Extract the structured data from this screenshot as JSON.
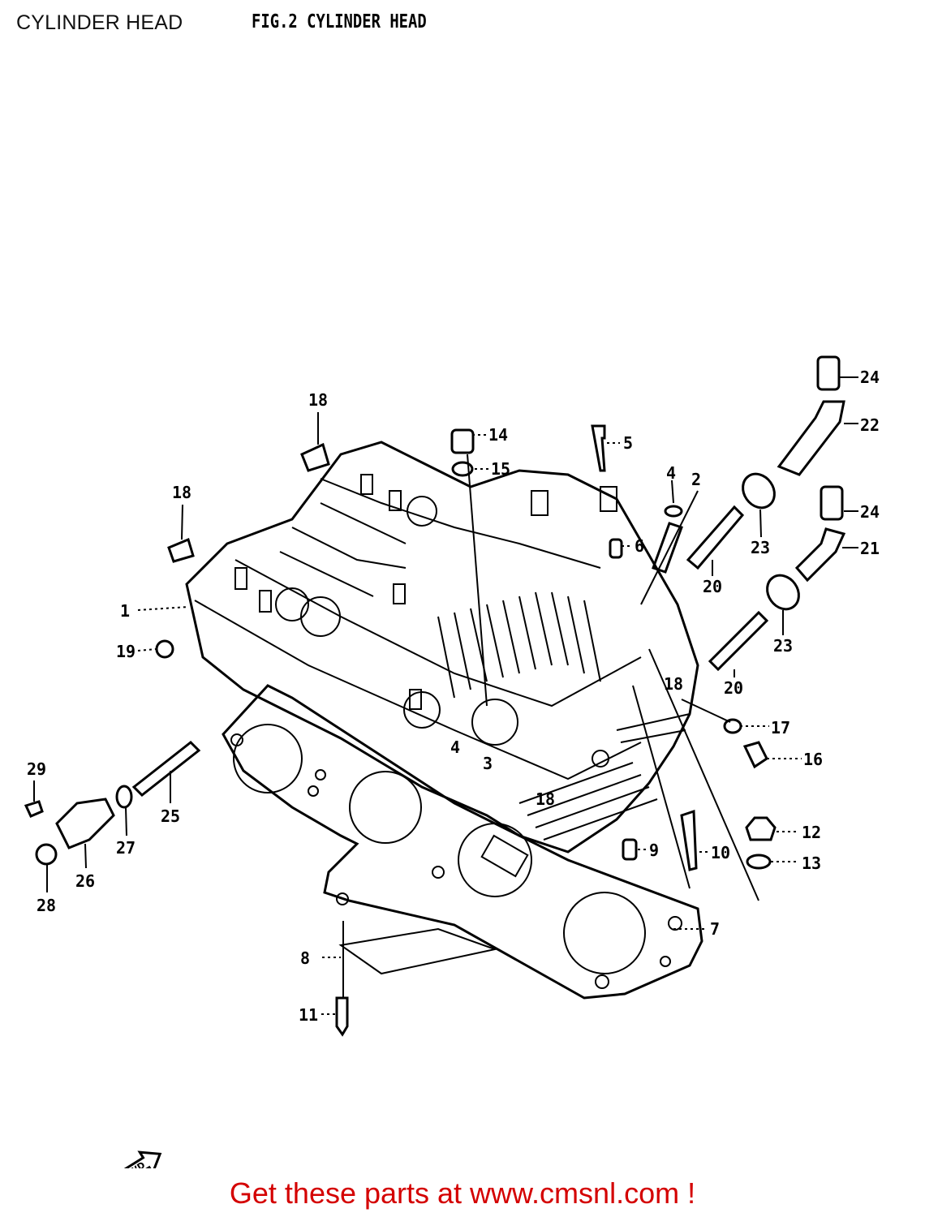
{
  "header": {
    "page_label": "CYLINDER HEAD",
    "figure_title": "FIG.2  CYLINDER HEAD"
  },
  "diagram": {
    "fwd_mark": "FWD",
    "callouts": [
      "1",
      "2",
      "3",
      "4",
      "4",
      "5",
      "6",
      "7",
      "8",
      "9",
      "10",
      "11",
      "12",
      "13",
      "14",
      "15",
      "16",
      "17",
      "18",
      "18",
      "18",
      "18",
      "19",
      "20",
      "20",
      "21",
      "22",
      "23",
      "23",
      "24",
      "24",
      "25",
      "26",
      "27",
      "28",
      "29"
    ]
  },
  "footer": {
    "promo_text": "Get these parts at www.cmsnl.com !",
    "promo_color": "#d40000"
  }
}
